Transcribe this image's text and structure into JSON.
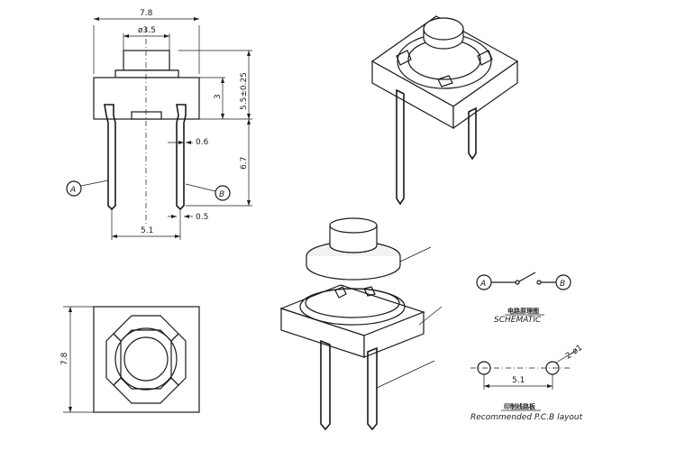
{
  "dimensions": {
    "width_top": "7.8",
    "button_dia": "ø3.5",
    "height_button": "3",
    "total_height": "5.5±0.25",
    "pin_offset": "0.6",
    "pin_length": "6.7",
    "pin_width": "0.5",
    "pin_pitch": "5.1",
    "width_side": "7.8",
    "pcb_pitch": "5.1",
    "hole_dia": "2-ø1"
  },
  "terminals": {
    "a": "A",
    "b": "B"
  },
  "schematic": {
    "title_cn": "电路原理图",
    "title_en": "SCHEMATIC"
  },
  "pcb_layout": {
    "title_cn": "印制线路板",
    "title_en": "Recommended P.C.B layout"
  },
  "colors": {
    "line": "#1a1a1a",
    "background": "#ffffff"
  }
}
